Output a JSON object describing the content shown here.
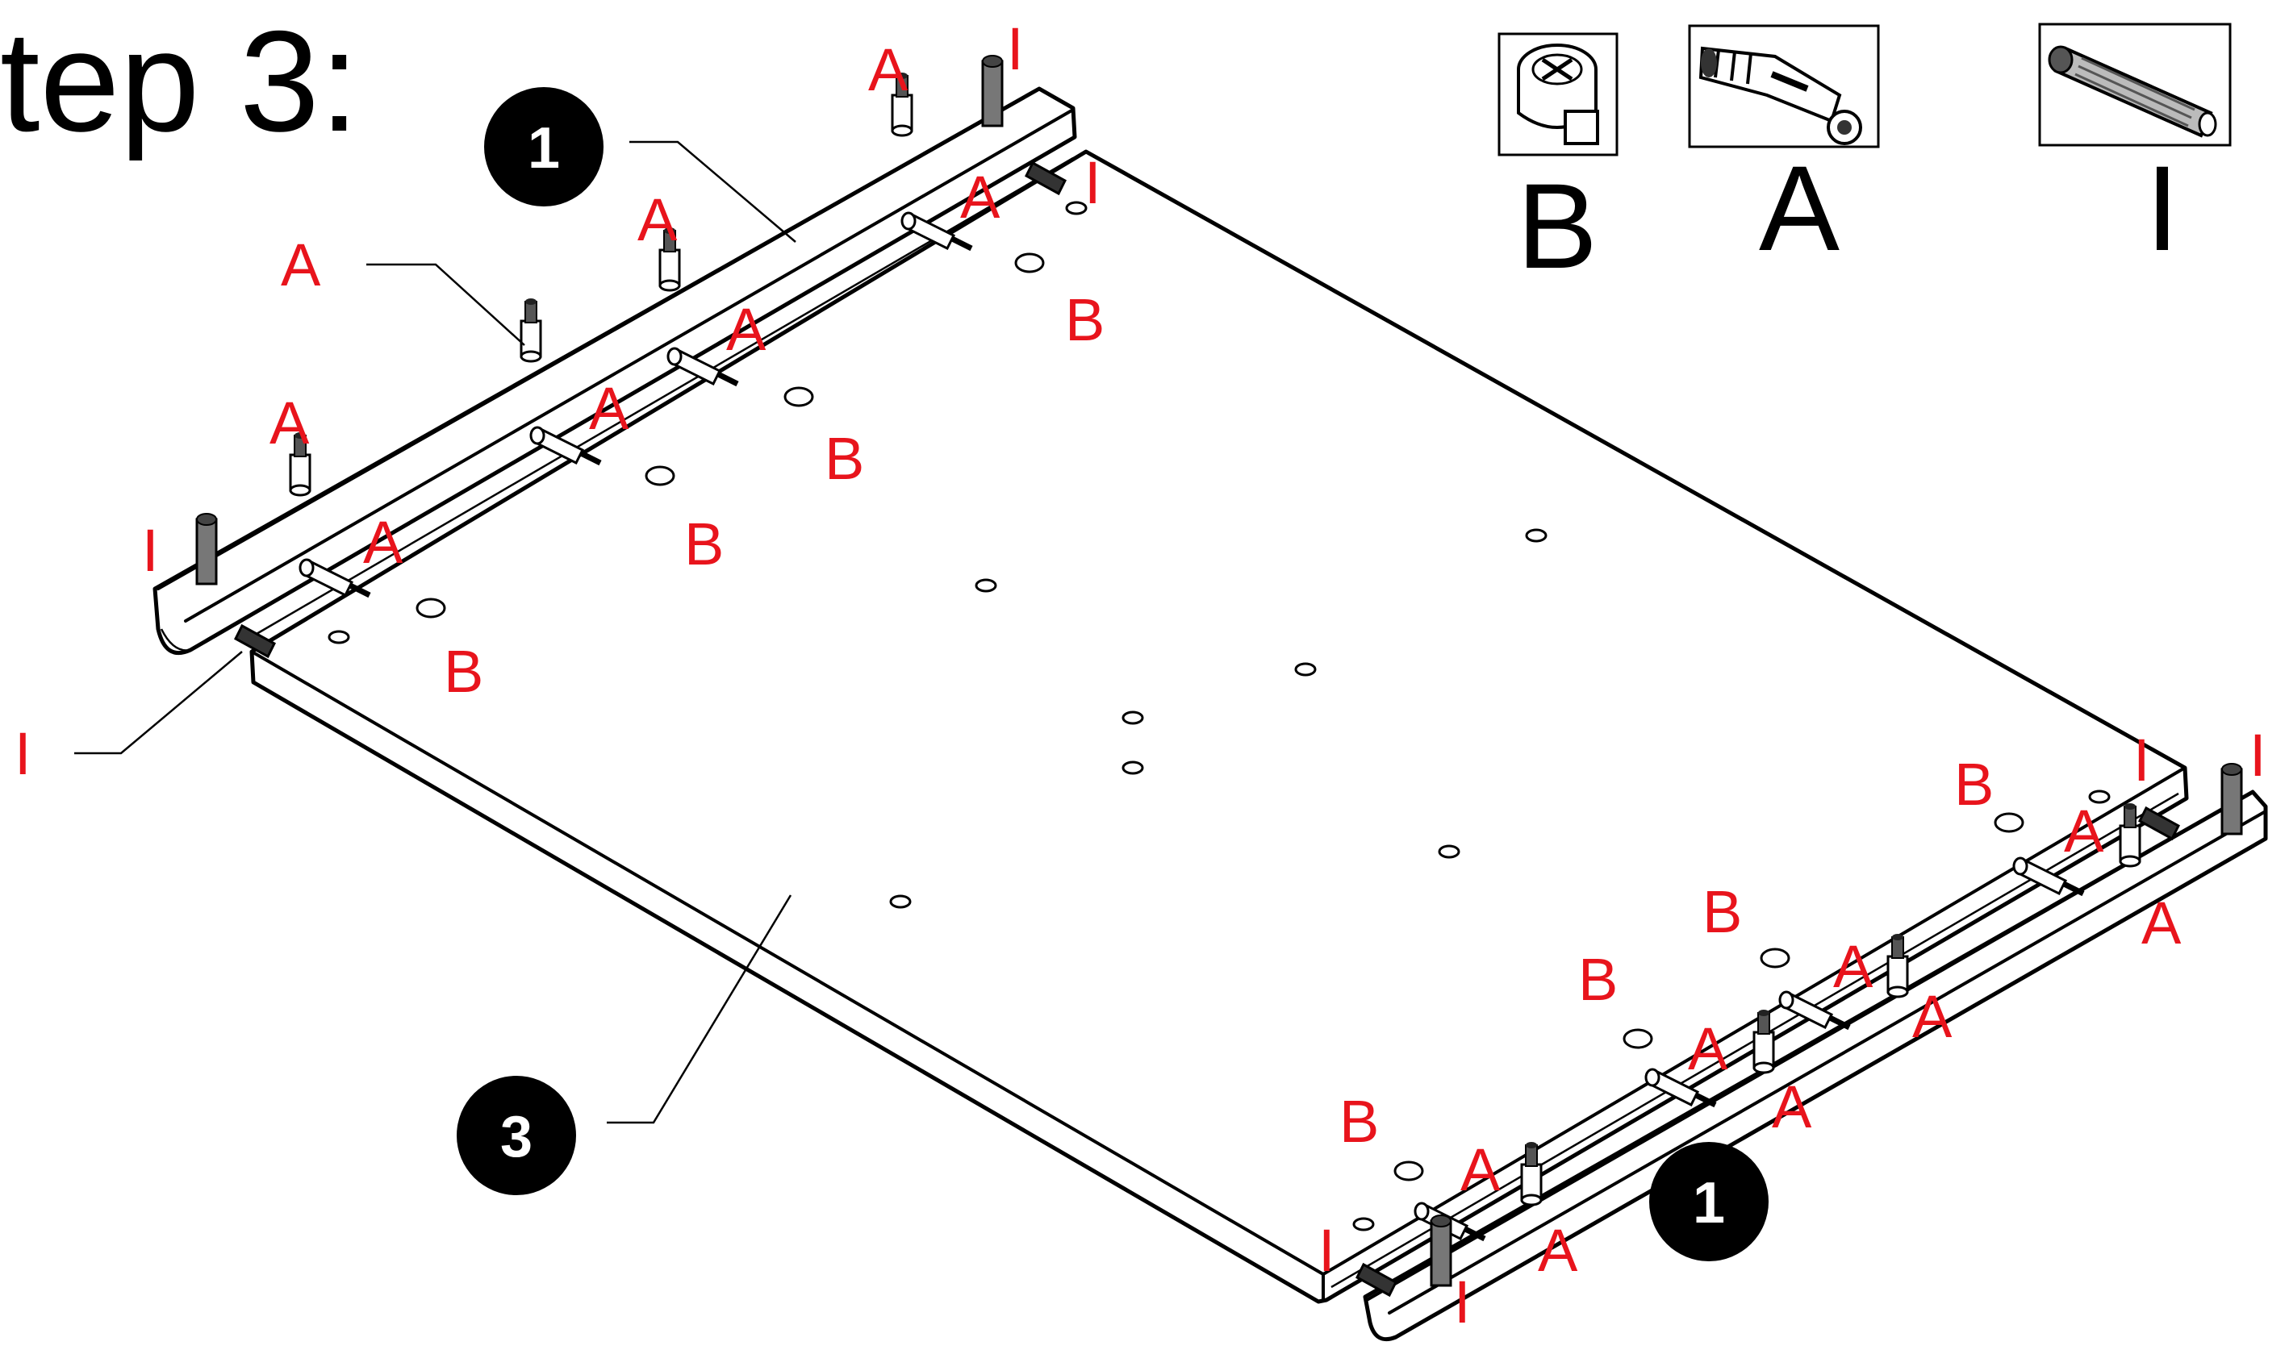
{
  "title": "tep 3:",
  "legend": [
    {
      "letter": "B",
      "icon": "cam-lock-icon"
    },
    {
      "letter": "A",
      "icon": "cam-bolt-icon"
    },
    {
      "letter": "I",
      "icon": "wooden-dowel-icon"
    }
  ],
  "callouts": {
    "rail_number": "1",
    "panel_number": "3"
  },
  "labels": {
    "cam_bolt": "A",
    "cam_lock": "B",
    "dowel": "I"
  },
  "colors": {
    "label": "#e8141c",
    "line": "#000000",
    "background": "#ffffff"
  }
}
